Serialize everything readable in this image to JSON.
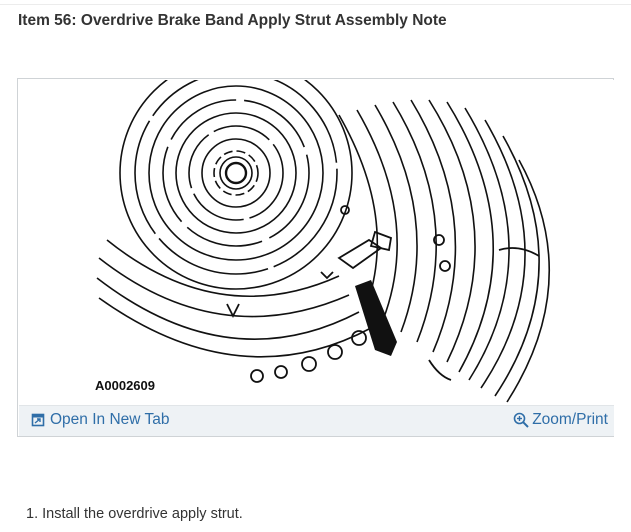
{
  "header": {
    "title": "Item 56: Overdrive Brake Band Apply Strut Assembly Note"
  },
  "figure": {
    "caption_code": "A0002609",
    "open_new_tab_label": "Open In New Tab",
    "zoom_print_label": "Zoom/Print",
    "icons": [
      "open-new-tab-icon",
      "zoom-magnifier-icon"
    ],
    "link_color": "#2f6ea8",
    "toolbar_bg": "#eef2f5"
  },
  "steps": [
    {
      "text": "1. Install the overdrive apply strut."
    }
  ]
}
